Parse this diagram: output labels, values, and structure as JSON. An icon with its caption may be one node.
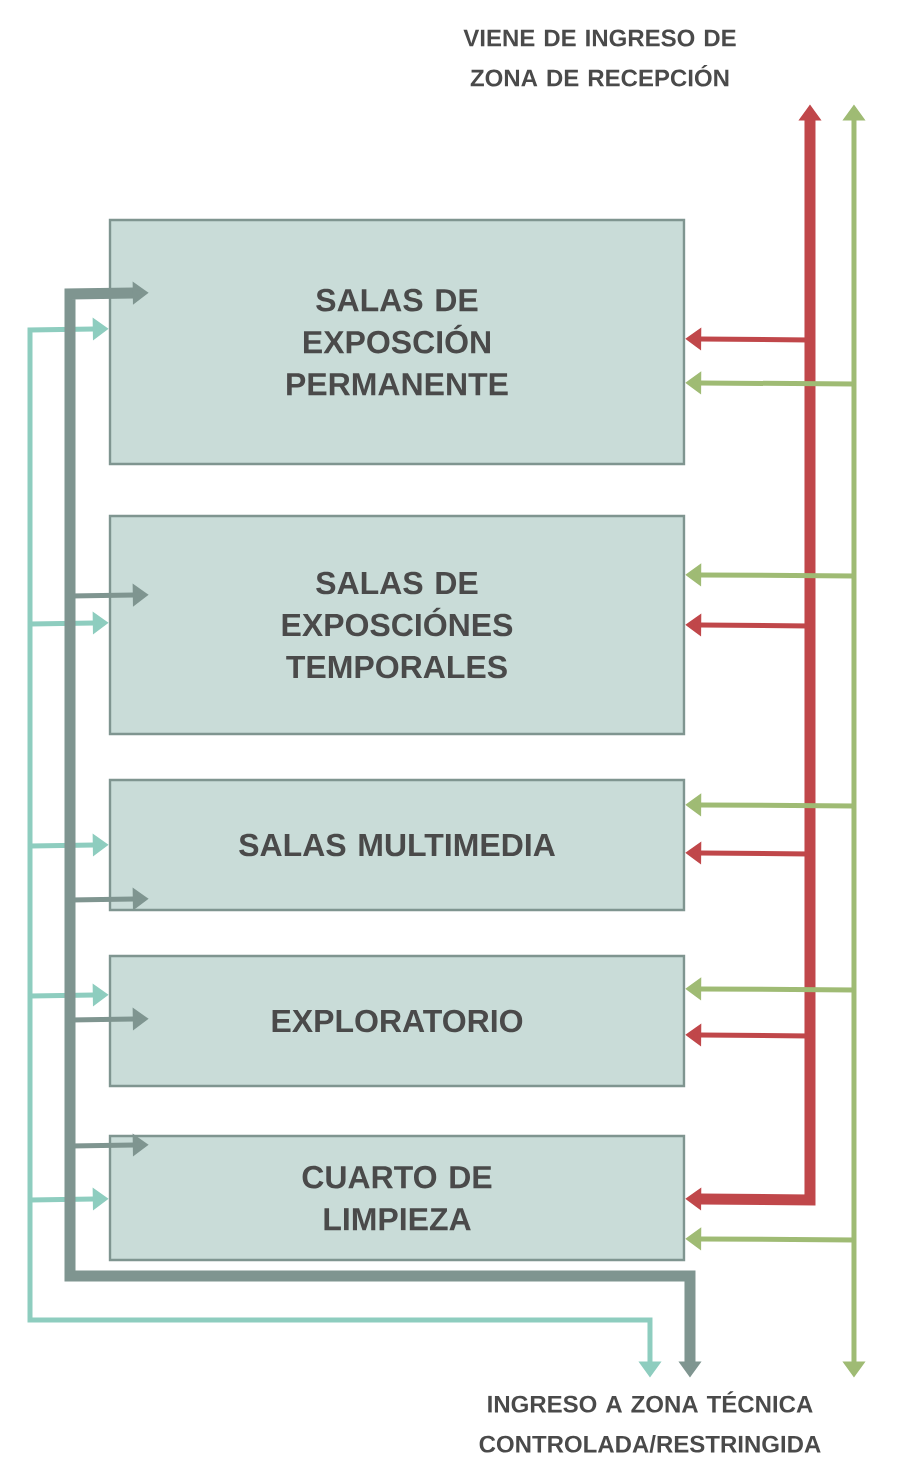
{
  "diagram": {
    "nodes": [
      {
        "text": [
          "VIENE DE INGRESO DE ZONA DE RECEPCIÓN"
        ]
      },
      {
        "text": [
          "SALAS DE EXPOSCIÓN PERMANENTE"
        ]
      },
      {
        "text": [
          "SALAS DE EXPOSCIÓNES TEMPORALES"
        ]
      },
      {
        "text": [
          "SALAS MULTIMEDIA"
        ]
      },
      {
        "text": [
          "EXPLORATORIO"
        ]
      },
      {
        "text": [
          "CUARTO DE LIMPIEZA"
        ]
      },
      {
        "text": [
          "INGRESO A ZONA TÉCNICA CONTROLADA/RESTRINGIDA"
        ]
      }
    ],
    "edges": [
      {
        "from": 0,
        "to": 5,
        "arrow": "both",
        "style": "thick",
        "color": "#c0474a"
      },
      {
        "from": null,
        "to": 1,
        "arrow": "to",
        "color": "#c0474a"
      },
      {
        "from": null,
        "to": 2,
        "arrow": "to",
        "color": "#c0474a"
      },
      {
        "from": null,
        "to": 3,
        "arrow": "to",
        "color": "#c0474a"
      },
      {
        "from": null,
        "to": 4,
        "arrow": "to",
        "color": "#c0474a"
      },
      {
        "from": 0,
        "to": 6,
        "arrow": "both",
        "color": "#9fbb74"
      },
      {
        "from": null,
        "to": 1,
        "arrow": "to",
        "color": "#9fbb74"
      },
      {
        "from": null,
        "to": 2,
        "arrow": "to",
        "color": "#9fbb74"
      },
      {
        "from": null,
        "to": 3,
        "arrow": "to",
        "color": "#9fbb74"
      },
      {
        "from": null,
        "to": 4,
        "arrow": "to",
        "color": "#9fbb74"
      },
      {
        "from": null,
        "to": 5,
        "arrow": "to",
        "color": "#9fbb74"
      },
      {
        "from": 6,
        "to": 1,
        "arrow": "both",
        "color": "#8ecdbf"
      },
      {
        "from": null,
        "to": 2,
        "arrow": "to",
        "color": "#8ecdbf"
      },
      {
        "from": null,
        "to": 3,
        "arrow": "to",
        "color": "#8ecdbf"
      },
      {
        "from": null,
        "to": 4,
        "arrow": "to",
        "color": "#8ecdbf"
      },
      {
        "from": null,
        "to": 5,
        "arrow": "to",
        "color": "#8ecdbf"
      },
      {
        "from": 6,
        "to": 1,
        "arrow": "both",
        "style": "thick",
        "color": "#7f9590"
      },
      {
        "from": null,
        "to": 2,
        "arrow": "to",
        "color": "#7f9590"
      },
      {
        "from": null,
        "to": 3,
        "arrow": "to",
        "color": "#7f9590"
      },
      {
        "from": null,
        "to": 4,
        "arrow": "to",
        "color": "#7f9590"
      },
      {
        "from": null,
        "to": 5,
        "arrow": "to",
        "color": "#7f9590"
      }
    ]
  }
}
